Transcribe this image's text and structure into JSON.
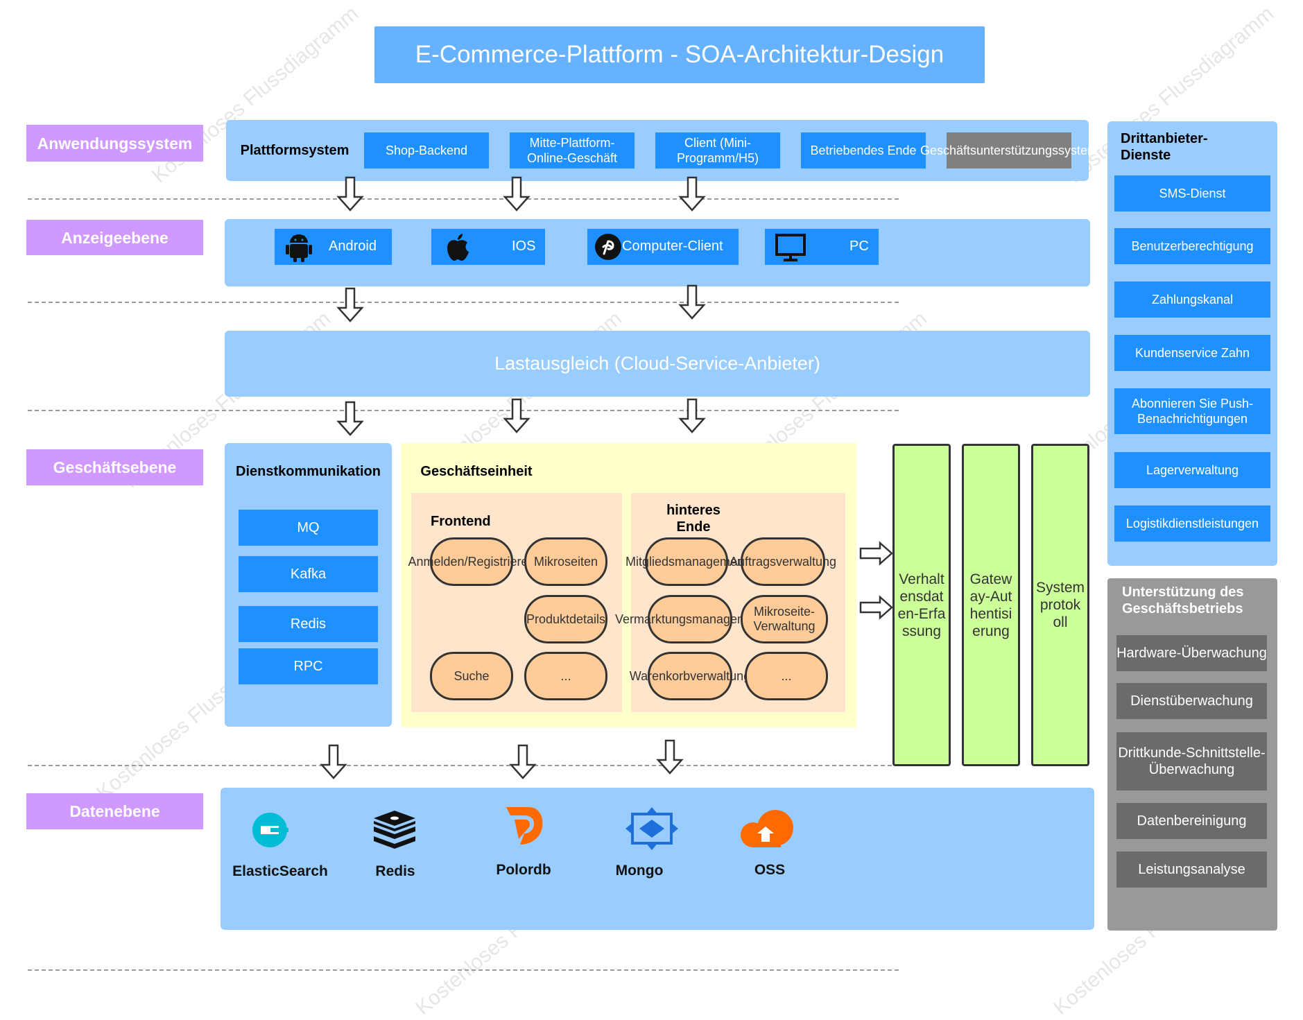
{
  "title": "E-Commerce-Plattform - SOA-Architektur-Design",
  "layers": {
    "anwendung": "Anwendungssystem",
    "anzeige": "Anzeigeebene",
    "geschaeft": "Geschäftsebene",
    "daten": "Datenebene"
  },
  "application": {
    "label": "Plattformsystem",
    "items": [
      "Shop-Backend",
      "Mitte-Plattform-Online-Geschäft",
      "Client (Mini-Programm/H5)",
      "Betriebendes Ende",
      "Geschäftsunterstützungssystem"
    ]
  },
  "display": {
    "items": [
      "Android",
      "IOS",
      "Computer-Client",
      "PC"
    ]
  },
  "load_balancer": "Lastausgleich (Cloud-Service-Anbieter)",
  "service_comm": {
    "label": "Dienstkommunikation",
    "items": [
      "MQ",
      "Kafka",
      "Redis",
      "RPC"
    ]
  },
  "business_unit": {
    "label": "Geschäftseinheit",
    "frontend": {
      "label": "Frontend",
      "items": [
        "Anmelden/Registrieren",
        "Mikroseiten",
        "Produktdetails",
        "Suche",
        "..."
      ]
    },
    "backend": {
      "label": "hinteres Ende",
      "items": [
        "Mitgliedsmanagement",
        "Auftragsverwaltung",
        "Vermarktungsmanagement",
        "Mikroseite-Verwaltung",
        "Warenkorbverwaltung",
        "..."
      ]
    }
  },
  "side_columns": [
    "Verhaltensdaten-Erfassung",
    "Gateway-Authentisierung",
    "Systemprotokoll"
  ],
  "data_layer": {
    "items": [
      "ElasticSearch",
      "Redis",
      "Polordb",
      "Mongo",
      "OSS"
    ]
  },
  "third_party": {
    "label": "Drittanbieter-Dienste",
    "items": [
      "SMS-Dienst",
      "Benutzerberechtigung",
      "Zahlungskanal",
      "Kundenservice Zahn",
      "Abonnieren Sie Push-Benachrichtigungen",
      "Lagerverwaltung",
      "Logistikdienstleistungen"
    ]
  },
  "operations": {
    "label": "Unterstützung des Geschäftsbetriebs",
    "items": [
      "Hardware-Überwachung",
      "Dienstüberwachung",
      "Drittkunde-Schnittstelle-Überwachung",
      "Datenbereinigung",
      "Leistungsanalyse"
    ]
  },
  "colors": {
    "title": "#66b2ff",
    "layer_label": "#cf99ff",
    "panel": "#99ccff",
    "button": "#1e90ff",
    "grey_button": "#808080",
    "ops_panel": "#999999",
    "business_bg": "#ffffcc",
    "sub_bg": "#ffe5cc",
    "pill": "#ffcc99",
    "green_column": "#ccff99"
  }
}
